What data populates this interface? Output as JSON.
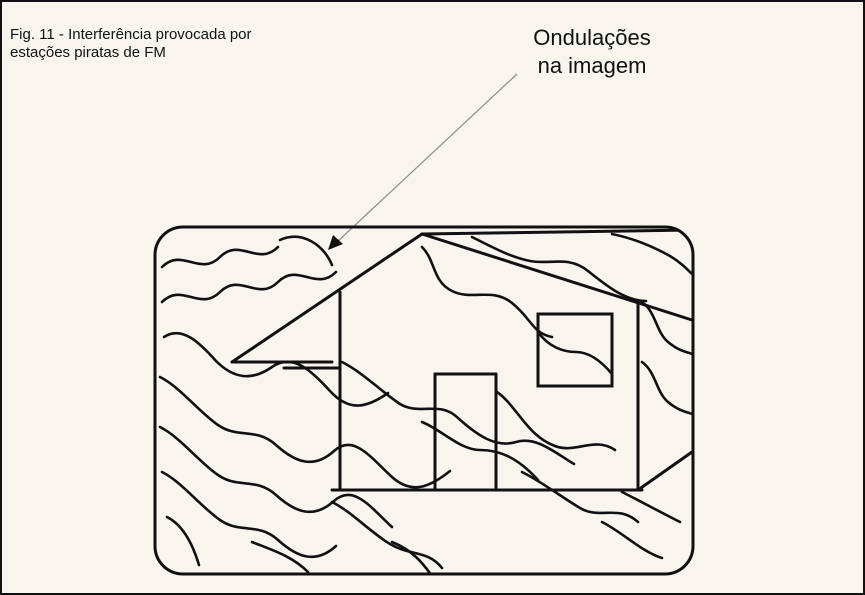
{
  "caption": {
    "line1": "Fig. 11 - Interferência provocada por",
    "line2": "estações piratas de FM"
  },
  "annotation": {
    "line1": "Ondulações",
    "line2": "na imagem"
  },
  "colors": {
    "ink": "#111111",
    "paper": "#f8f5ee",
    "pointer": "#8c8c8c"
  }
}
